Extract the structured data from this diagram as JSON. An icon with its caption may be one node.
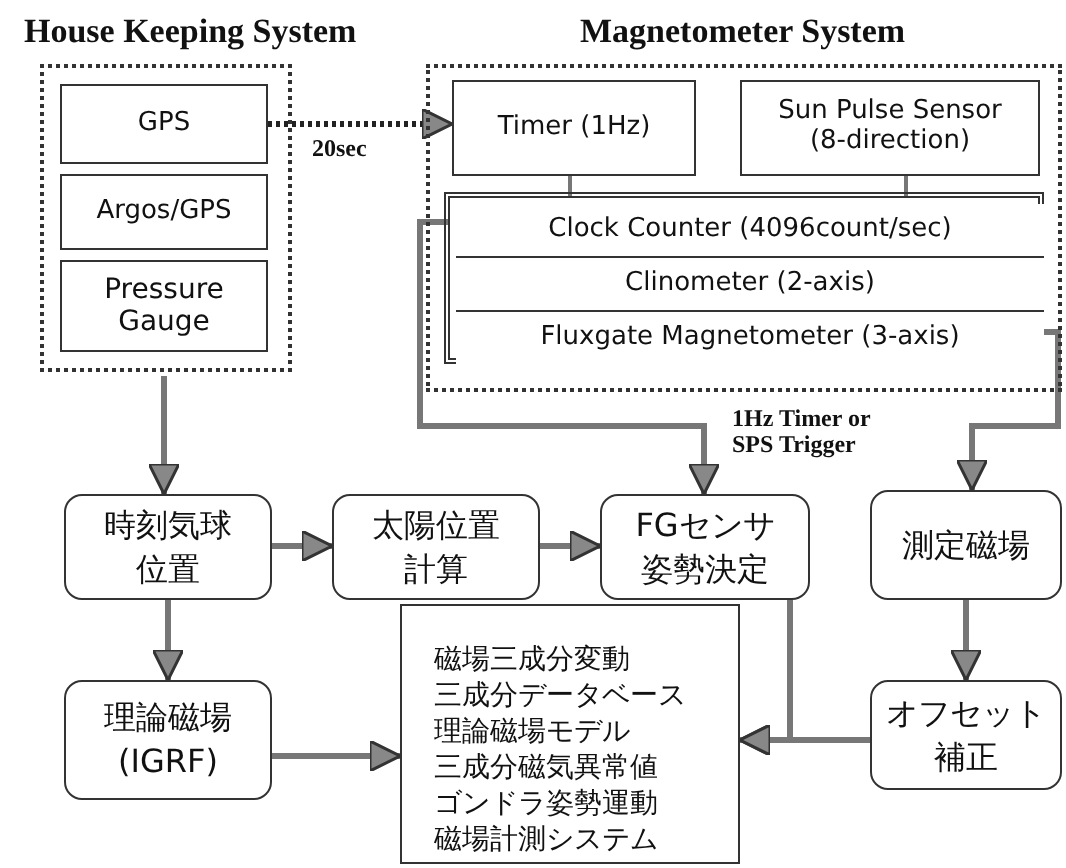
{
  "diagram": {
    "nodes": [
      {
        "text": [
          "House Keeping System"
        ]
      },
      {
        "text": [
          "GPS"
        ],
        "in": 0
      },
      {
        "text": [
          "Argos/GPS"
        ],
        "in": 0
      },
      {
        "text": [
          "Pressure Gauge"
        ],
        "in": 0
      },
      {
        "text": [
          "Magnetometer System"
        ]
      },
      {
        "text": [
          "Timer (1Hz)"
        ],
        "in": 4
      },
      {
        "text": [
          "Sun Pulse Sensor (8-direction)"
        ],
        "in": 4
      },
      {
        "text": [],
        "shape": "box",
        "in": 4
      },
      {
        "text": [
          "Clock Counter (4096count/sec)"
        ],
        "in": 7
      },
      {
        "text": [
          "Clinometer (2-axis)"
        ],
        "in": 7
      },
      {
        "text": [
          "Fluxgate Magnetometer (3-axis)"
        ],
        "in": 7
      },
      {
        "text": [
          "時刻気球位置"
        ]
      },
      {
        "text": [
          "太陽位置計算"
        ]
      },
      {
        "text": [
          "FGセンサ姿勢決定"
        ]
      },
      {
        "text": [
          "測定磁場"
        ]
      },
      {
        "text": [
          "理論磁場(IGRF)"
        ]
      },
      {
        "text": [
          "磁場三成分変動",
          "三成分データベース",
          "理論磁場モデル",
          "三成分磁気異常値",
          "ゴンドラ姿勢運動",
          "磁場計測システム"
        ]
      },
      {
        "text": [
          "オフセット補正"
        ]
      }
    ],
    "edges": [
      {
        "from": 1,
        "to": 5,
        "arrow": "to",
        "label": "20sec",
        "style": "dashed"
      },
      {
        "from": 5,
        "to": 8,
        "arrow": "none"
      },
      {
        "from": 6,
        "to": 8,
        "arrow": "none"
      },
      {
        "from": 8,
        "to": 13,
        "arrow": "to",
        "label": "1Hz Timer or SPS Trigger"
      },
      {
        "from": 10,
        "to": 14,
        "arrow": "to"
      },
      {
        "from": 0,
        "to": 11,
        "arrow": "to"
      },
      {
        "from": 11,
        "to": 12,
        "arrow": "to"
      },
      {
        "from": 12,
        "to": 13,
        "arrow": "to"
      },
      {
        "from": 11,
        "to": 15,
        "arrow": "to"
      },
      {
        "from": 15,
        "to": 16,
        "arrow": "to"
      },
      {
        "from": 13,
        "to": 16,
        "arrow": "to"
      },
      {
        "from": 17,
        "to": 16,
        "arrow": "to"
      },
      {
        "from": 14,
        "to": 17,
        "arrow": "to"
      }
    ]
  }
}
